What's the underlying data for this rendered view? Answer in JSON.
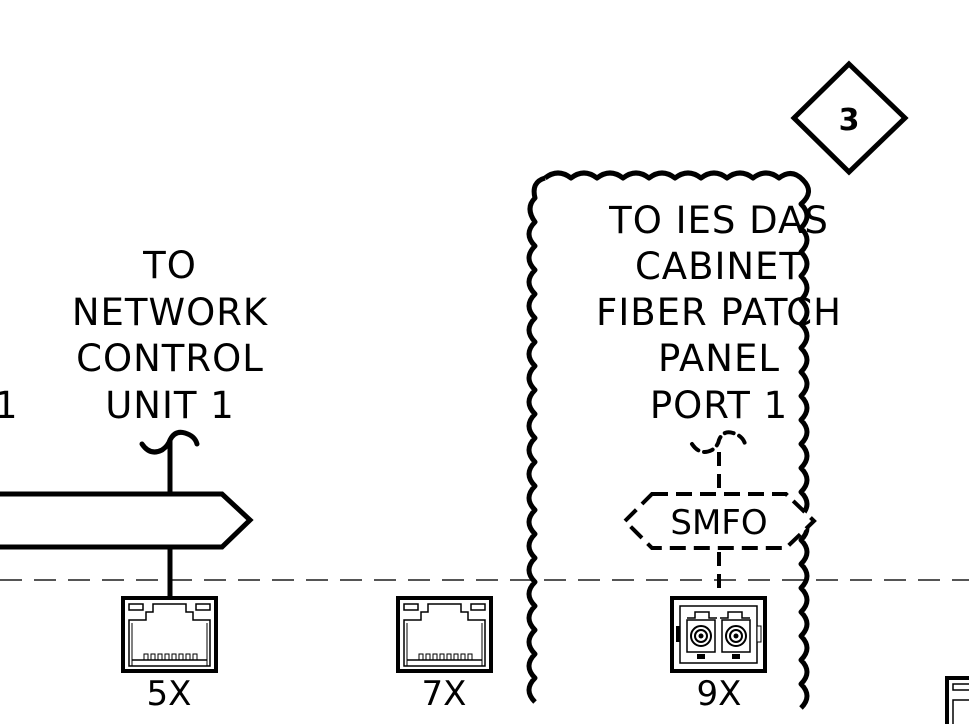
{
  "diagram": {
    "type": "network wiring schematic",
    "left_edge_label": "1",
    "network_label": [
      "TO",
      "NETWORK",
      "CONTROL",
      "UNIT 1"
    ],
    "fiber_label": [
      "TO IES DAS",
      "CABINET",
      "FIBER PATCH",
      "PANEL",
      "PORT 1"
    ],
    "cable_tag": "SMFO",
    "revision_tag": "3",
    "ports": [
      {
        "label": "5X",
        "kind": "rj45"
      },
      {
        "label": "7X",
        "kind": "rj45"
      },
      {
        "label": "9X",
        "kind": "lc-duplex-fiber"
      }
    ],
    "colors": {
      "line": "#000000",
      "dashed": "#555555",
      "background": "#ffffff"
    }
  }
}
